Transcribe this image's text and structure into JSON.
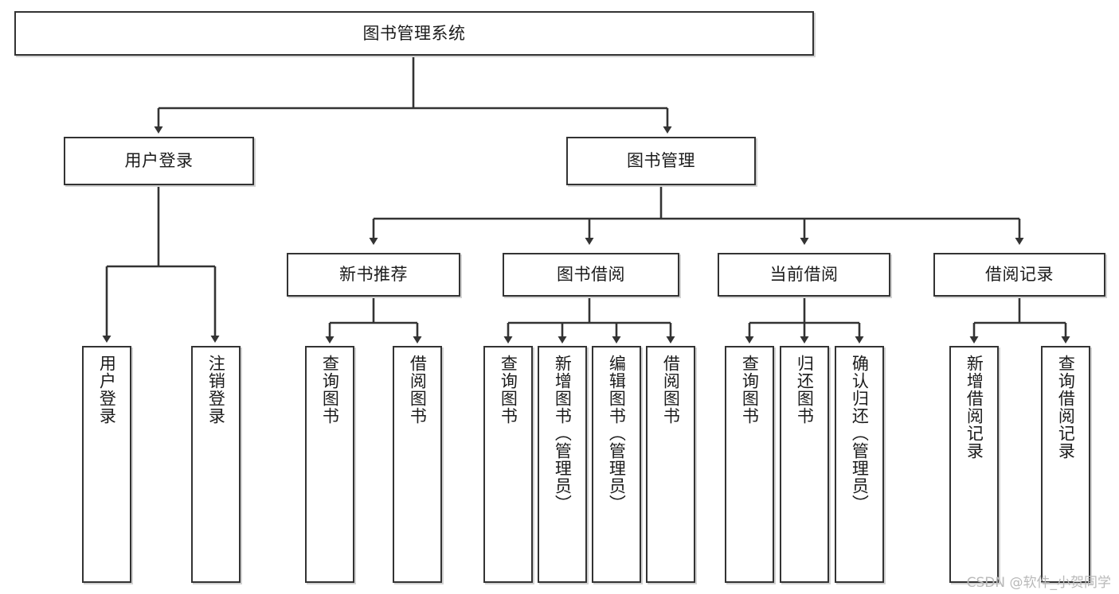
{
  "diagram": {
    "title": "图书管理系统",
    "type": "tree-hierarchy",
    "root": {
      "id": "root",
      "label": "图书管理系统"
    },
    "level2": [
      {
        "id": "user-login",
        "label": "用户登录"
      },
      {
        "id": "book-manage",
        "label": "图书管理"
      }
    ],
    "level3": [
      {
        "id": "new-book-rec",
        "label": "新书推荐",
        "parent": "book-manage"
      },
      {
        "id": "book-borrow",
        "label": "图书借阅",
        "parent": "book-manage"
      },
      {
        "id": "current-borrow",
        "label": "当前借阅",
        "parent": "book-manage"
      },
      {
        "id": "borrow-record",
        "label": "借阅记录",
        "parent": "book-manage"
      }
    ],
    "leaves": [
      {
        "id": "leaf-user-login",
        "label": "用户登录",
        "parent": "user-login"
      },
      {
        "id": "leaf-user-logout",
        "label": "注销登录",
        "parent": "user-login"
      },
      {
        "id": "leaf-query-book-1",
        "label": "查询图书",
        "parent": "new-book-rec"
      },
      {
        "id": "leaf-borrow-book-1",
        "label": "借阅图书",
        "parent": "new-book-rec"
      },
      {
        "id": "leaf-query-book-2",
        "label": "查询图书",
        "parent": "book-borrow"
      },
      {
        "id": "leaf-add-book",
        "label": "新增图书（管理员）",
        "parent": "book-borrow"
      },
      {
        "id": "leaf-edit-book",
        "label": "编辑图书（管理员）",
        "parent": "book-borrow"
      },
      {
        "id": "leaf-borrow-book-2",
        "label": "借阅图书",
        "parent": "book-borrow"
      },
      {
        "id": "leaf-query-book-3",
        "label": "查询图书",
        "parent": "current-borrow"
      },
      {
        "id": "leaf-return-book",
        "label": "归还图书",
        "parent": "current-borrow"
      },
      {
        "id": "leaf-confirm-return",
        "label": "确认归还（管理员）",
        "parent": "current-borrow"
      },
      {
        "id": "leaf-add-record",
        "label": "新增借阅记录",
        "parent": "borrow-record"
      },
      {
        "id": "leaf-query-record",
        "label": "查询借阅记录",
        "parent": "borrow-record"
      }
    ]
  },
  "watermark": {
    "text": "CSDN @软件_小贺同学"
  },
  "colors": {
    "node_border": "#333333",
    "node_fill": "#ffffff",
    "edge": "#333333",
    "shadow": "#d2d2d2",
    "watermark": "#b9b9b9",
    "text": "#1b1b1b"
  }
}
